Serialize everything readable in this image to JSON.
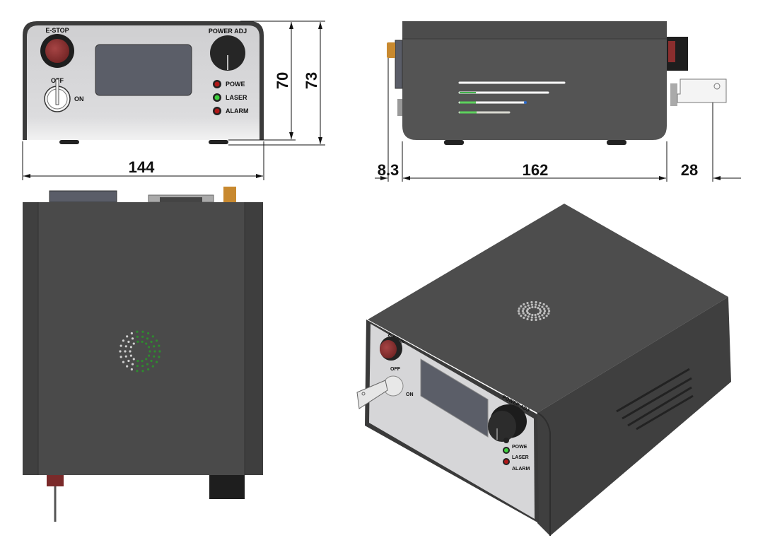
{
  "front_view": {
    "estop_label": "E-STOP",
    "power_adj_label": "POWER ADJ",
    "off_label": "OFF",
    "on_label": "ON",
    "leds": [
      {
        "label": "POWE",
        "color": "#b01818"
      },
      {
        "label": "LASER",
        "color": "#3fcf3f"
      },
      {
        "label": "ALARM",
        "color": "#b01818"
      }
    ],
    "dims": {
      "width": "144",
      "height_body": "70",
      "height_total": "73"
    }
  },
  "side_view": {
    "dims": {
      "connector": "8.3",
      "length": "162",
      "key": "28"
    }
  },
  "iso_view": {
    "estop_label": "E-STOP",
    "power_adj_label": "POWER ADJ",
    "off_label": "OFF",
    "on_label": "ON",
    "led_labels": [
      "POWE",
      "LASER",
      "ALARM"
    ]
  },
  "colors": {
    "body": "#4a4a4a",
    "panel": "#d4d4d6",
    "screen": "#5b5e68",
    "estop": "#8e3434",
    "accent_green": "#3fb04a"
  }
}
